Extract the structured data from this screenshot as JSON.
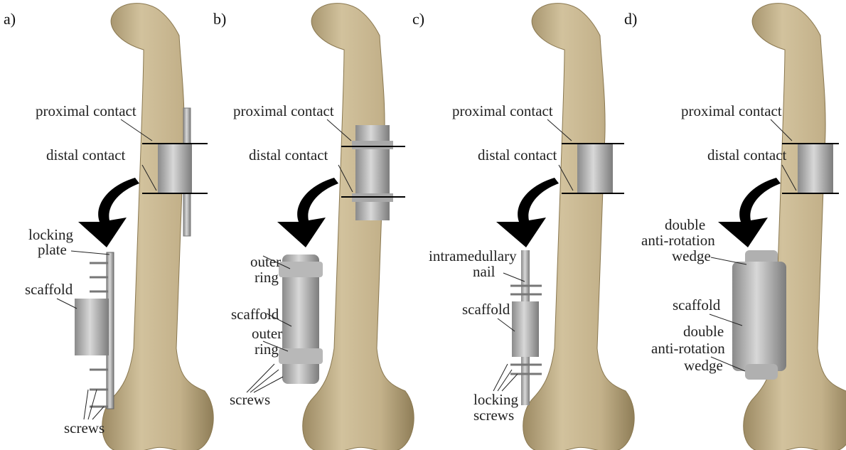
{
  "panels": [
    {
      "letter": "a)",
      "proximal": "proximal contact",
      "distal": "distal contact",
      "parts": {
        "locking_1": "locking",
        "locking_2": "plate",
        "scaffold": "scaffold",
        "screws": "screws"
      }
    },
    {
      "letter": "b)",
      "proximal": "proximal contact",
      "distal": "distal contact",
      "parts": {
        "outer_top_1": "outer",
        "outer_top_2": "ring",
        "scaffold": "scaffold",
        "outer_bot_1": "outer",
        "outer_bot_2": "ring",
        "screws": "screws"
      }
    },
    {
      "letter": "c)",
      "proximal": "proximal contact",
      "distal": "distal contact",
      "parts": {
        "nail_1": "intramedullary",
        "nail_2": "nail",
        "scaffold": "scaffold",
        "locking_1": "locking",
        "locking_2": "screws"
      }
    },
    {
      "letter": "d)",
      "proximal": "proximal contact",
      "distal": "distal contact",
      "parts": {
        "wedge_top_1": "double",
        "wedge_top_2": "anti-rotation",
        "wedge_top_3": "wedge",
        "scaffold": "scaffold",
        "wedge_bot_1": "double",
        "wedge_bot_2": "anti-rotation",
        "wedge_bot_3": "wedge"
      }
    }
  ],
  "colors": {
    "bone": "#c5b38d",
    "bone_dark": "#9c8a63",
    "implant": "#b4b4b4",
    "implant_dark": "#808080",
    "arrow": "#000000"
  }
}
